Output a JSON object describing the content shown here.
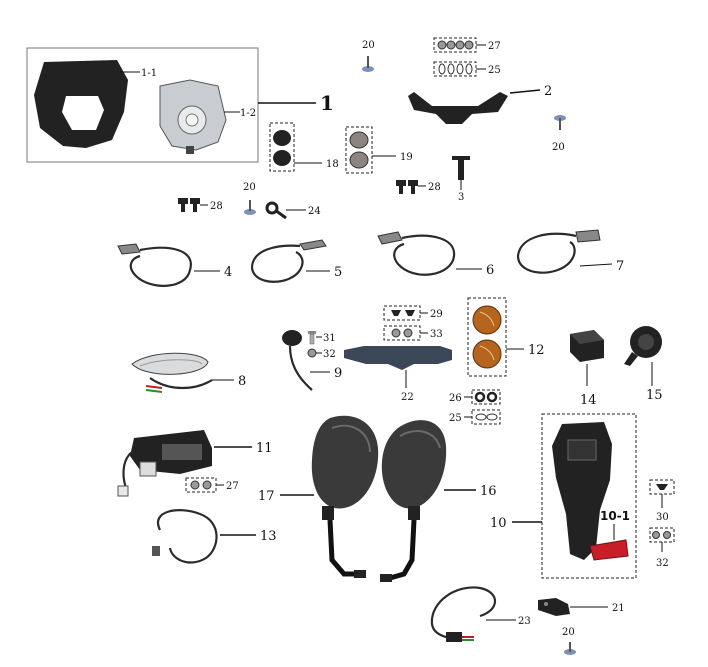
{
  "callouts": {
    "c1": "1",
    "c1_1": "1-1",
    "c1_2": "1-2",
    "c2": "2",
    "c3": "3",
    "c4": "4",
    "c5": "5",
    "c6": "6",
    "c7": "7",
    "c8": "8",
    "c9": "9",
    "c10": "10",
    "c10_1": "10-1",
    "c11": "11",
    "c12": "12",
    "c13": "13",
    "c14": "14",
    "c15": "15",
    "c16": "16",
    "c17": "17",
    "c18": "18",
    "c19": "19",
    "c20_top": "20",
    "c20_right": "20",
    "c20_mid": "20",
    "c20_bottom": "20",
    "c21": "21",
    "c22": "22",
    "c23": "23",
    "c24": "24",
    "c25_top": "25",
    "c25_mid": "25",
    "c26": "26",
    "c27_top": "27",
    "c27_mid": "27",
    "c28_left": "28",
    "c28_right": "28",
    "c29": "29",
    "c30": "30",
    "c31": "31",
    "c32_left": "32",
    "c32_right": "32",
    "c33": "33"
  },
  "colors": {
    "line": "#111111",
    "part_dark": "#222222",
    "lens_amber": "#b5651d",
    "reflector_red": "#c81e2a"
  }
}
